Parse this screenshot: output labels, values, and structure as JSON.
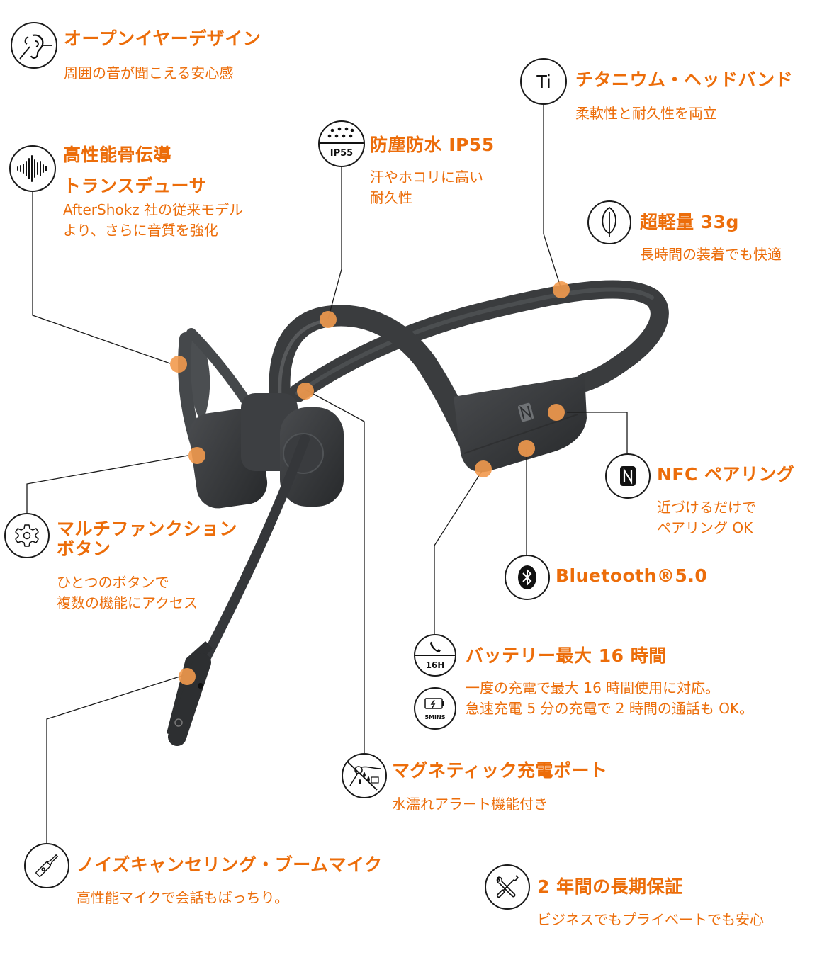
{
  "colors": {
    "accent": "#ec6d0a",
    "dot": "#f29a4e",
    "line": "#1a1a1a",
    "product": "#3b3d3f"
  },
  "features": {
    "open_ear": {
      "icon": "open-ear-icon",
      "title": "オープンイヤーデザイン",
      "desc": [
        "周囲の音が聞こえる安心感"
      ]
    },
    "transducer": {
      "icon": "sound-wave-icon",
      "title": [
        "高性能骨伝導",
        "トランスデューサ"
      ],
      "desc": [
        "AfterShokz 社の従来モデル",
        "より、さらに音質を強化"
      ]
    },
    "ip55": {
      "icon": "ip55-rain-icon",
      "icon_label": "IP55",
      "title": "防塵防水 IP55",
      "desc": [
        "汗やホコリに高い",
        "耐久性"
      ]
    },
    "titanium": {
      "icon": "titanium-icon",
      "icon_label": "Ti",
      "title": "チタニウム・ヘッドバンド",
      "desc": [
        "柔軟性と耐久性を両立"
      ]
    },
    "lightweight": {
      "icon": "feather-icon",
      "title": "超軽量 33g",
      "desc": [
        "長時間の装着でも快適"
      ]
    },
    "nfc": {
      "icon": "nfc-icon",
      "title": "NFC ペアリング",
      "desc": [
        "近づけるだけで",
        "ペアリング OK"
      ]
    },
    "bluetooth": {
      "icon": "bluetooth-icon",
      "title": "Bluetooth®5.0"
    },
    "battery": {
      "icon": "phone-16h-icon",
      "icon_label": "16H",
      "icon2": "battery-5mins-icon",
      "icon2_label": "5MINS",
      "title": "バッテリー最大 16 時間",
      "desc": [
        "一度の充電で最大 16 時間使用に対応。",
        "急速充電 5 分の充電で 2 時間の通話も OK。"
      ]
    },
    "multifunction": {
      "icon": "gear-icon",
      "title": [
        "マルチファンクション",
        "ボタン"
      ],
      "desc": [
        "ひとつのボタンで",
        "複数の機能にアクセス"
      ]
    },
    "magnetic": {
      "icon": "magnetic-charge-icon",
      "title": "マグネティック充電ポート",
      "desc": [
        "水濡れアラート機能付き"
      ]
    },
    "boom_mic": {
      "icon": "boom-mic-icon",
      "title": "ノイズキャンセリング・ブームマイク",
      "desc": [
        "高性能マイクで会話もばっちり。"
      ]
    },
    "warranty": {
      "icon": "tools-icon",
      "title": "2 年間の長期保証",
      "desc": [
        "ビジネスでもプライベートでも安心"
      ]
    }
  }
}
